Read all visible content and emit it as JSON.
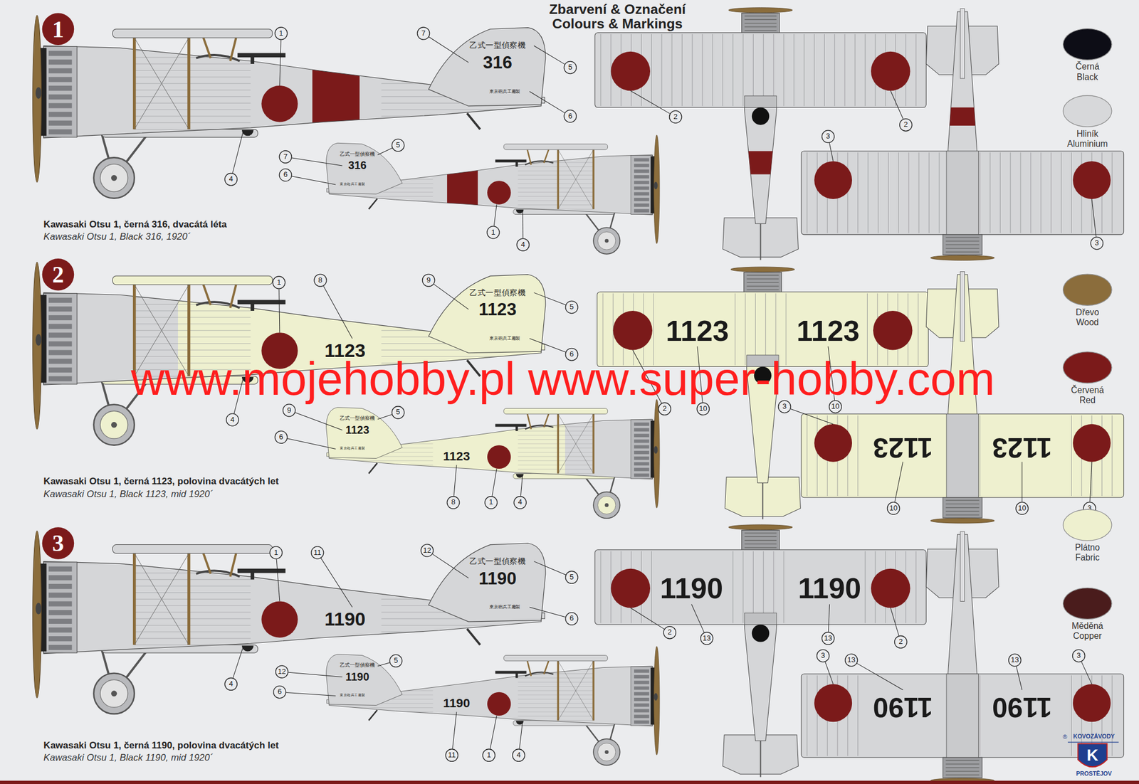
{
  "diagram": {
    "title": "Zbarvení & Označení",
    "nodes": [
      {
        "text": [
          "1"
        ]
      },
      {
        "text": [
          "2"
        ]
      },
      {
        "text": [
          "3"
        ]
      }
    ],
    "labels": [
      "Colours & Markings",
      "1",
      "7",
      "乙式一型偵察機",
      "316",
      "東京砲兵工廠製",
      "5",
      "6",
      "4",
      "5",
      "乙式一型偵察機",
      "316",
      "東京砲兵工廠製",
      "7",
      "6",
      "1",
      "4",
      "2",
      "2",
      "3",
      "3",
      "Kawasaki Otsu 1, černá 316, dvacátá léta",
      "Kawasaki Otsu 1, Black 316, 1920´",
      "1",
      "8",
      "9",
      "乙式一型偵察機",
      "1123",
      "東京砲兵工廠製",
      "5",
      "6",
      "1123",
      "4",
      "9",
      "5",
      "乙式一型偵察機",
      "1123",
      "東京砲兵工廠製",
      "6",
      "1123",
      "8",
      "1",
      "4",
      "1123",
      "1123",
      "2",
      "10",
      "10",
      "3",
      "1123",
      "1123",
      "10",
      "10",
      "3",
      "Kawasaki Otsu 1, černá 1123, polovina dvacátých let",
      "Kawasaki Otsu 1, Black 1123, mid 1920´",
      "www.mojehobby.pl www.super-hobby.com",
      "1",
      "11",
      "12",
      "乙式一型偵察機",
      "1190",
      "東京砲兵工廠製",
      "5",
      "6",
      "1190",
      "4",
      "5",
      "乙式一型偵察機",
      "1190",
      "東京砲兵工廠製",
      "12",
      "6",
      "1190",
      "11",
      "1",
      "4",
      "1190",
      "1190",
      "2",
      "13",
      "13",
      "2",
      "3",
      "13",
      "13",
      "3",
      "1190",
      "1190",
      "Kawasaki Otsu 1, černá 1190, polovina dvacátých let",
      "Kawasaki Otsu 1, Black 1190, mid 1920´",
      "®",
      "KOVOZÁVODY",
      "PROSTĚJOV",
      "K"
    ],
    "legend": [
      {
        "text": "Černá Black",
        "color": "#0d0d16"
      },
      {
        "text": "Hliník Aluminium",
        "color": "#d7d8da"
      },
      {
        "text": "Dřevo Wood",
        "color": "#8b6d3c"
      },
      {
        "text": "Červená Red",
        "color": "#7b1a1a"
      },
      {
        "text": "Plátno Fabric",
        "color": "#eef0cf"
      },
      {
        "text": "Měděná Copper",
        "color": "#4a1c1c"
      }
    ]
  }
}
